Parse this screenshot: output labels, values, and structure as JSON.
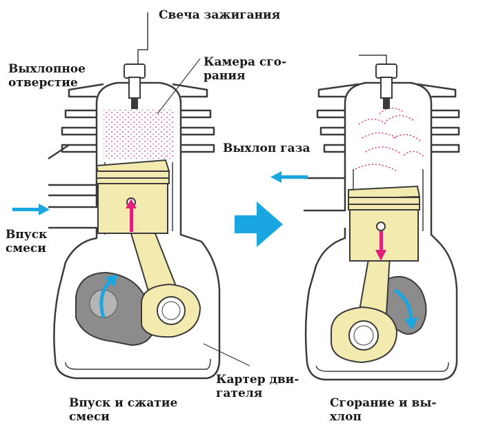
{
  "labels": {
    "spark_plug": "Свеча зажигания",
    "exhaust_port": [
      "Выхлопное",
      "отверстие"
    ],
    "combustion_chamber": [
      "Камера сго-",
      "рания"
    ],
    "exhaust_gas": "Выхлоп газа",
    "intake_mixture": [
      "Впуск",
      "смеси"
    ],
    "crankcase": [
      "Картер дви-",
      "гателя"
    ],
    "caption_left": [
      "Впуск и сжатие",
      "смеси"
    ],
    "caption_right": [
      "Сгорание и вы-",
      "хлоп"
    ]
  },
  "colors": {
    "piston_fill": "#f3eab0",
    "rod_fill": "#f3eab0",
    "crank_fill": "#8c8c8c",
    "flow_arrow": "#1aa6e0",
    "motion_arrow": "#e0207a",
    "spark_dots": "#e0207a",
    "outline": "#3a3a3a"
  }
}
